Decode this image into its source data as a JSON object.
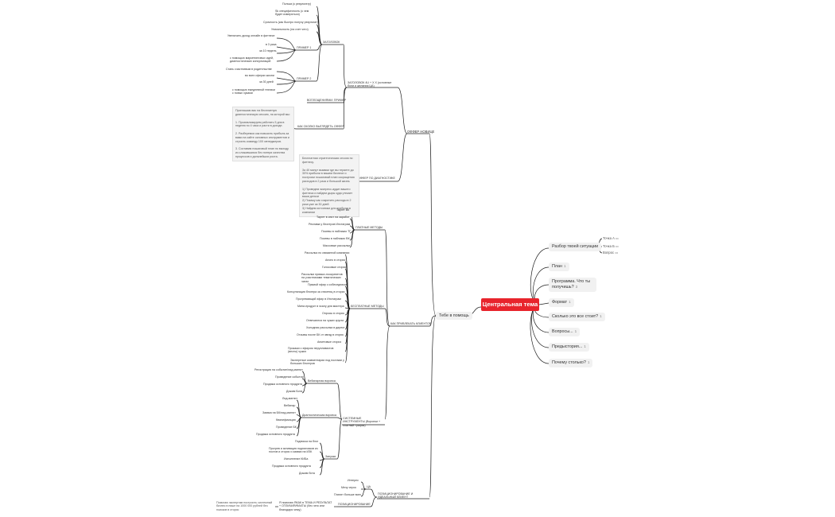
{
  "central": "Центральная тема",
  "right": [
    {
      "label": "Разбор твоей ситуации",
      "children": [
        {
          "label": "Точка А",
          "count": "1"
        },
        {
          "label": "Точка Б",
          "count": "1"
        },
        {
          "label": "Вопрос",
          "count": "1"
        }
      ]
    },
    {
      "label": "План",
      "count": "1"
    },
    {
      "label": "Программа. Что ты получишь?",
      "count": "3"
    },
    {
      "label": "Формат",
      "count": "1"
    },
    {
      "label": "Сколько это все стоит?",
      "count": "1"
    },
    {
      "label": "Вопросы...",
      "count": "1"
    },
    {
      "label": "Предыстория...",
      "count": "1"
    },
    {
      "label": "Почему столько?",
      "count": "1"
    }
  ],
  "left_hub": "Тебе в помощь",
  "offer": {
    "label": "ОФФЕР НОВИЦЕ",
    "headline": {
      "label": "ЗАГОЛОВОК 4U + Х Х (основные боли и желания ЦА)",
      "zagolovok": "ЗАГОЛОВОК",
      "items": [
        "Польза (к результату)",
        "Sk специфичность (к чем будет измеряться)",
        "Срочность (как быстро получу результат)",
        "Уникальность (на счет чего)"
      ],
      "example1": "ПРИМЕР 1",
      "ex1": [
        "Увеличить доход онлайн в фитнесе",
        "в 3 раза",
        "за 10 недель",
        "с помощью маркетинговых идей, диагностических консультаций"
      ],
      "example2": "ПРИМЕР 2",
      "ex2": [
        "Стань счастливым в родительстве",
        "во всех сферах жизни",
        "за 30 дней",
        "с помощью ежедневной техники с новых хуками"
      ],
      "connect": "ВОПЛОЩЕНИЯМИ: ПРИМЕР",
      "how": "КАК СКОЛКО ВЫГЛЯДЕТЬ ОФФЕР",
      "how_note": "Приглашаю вас на бесплатную диагностическую сессию, на которой мы:\n\n1. Проанализируем работать 5 дня в неделю по 4 часа и расти в доходе.\n\n2. Разберемся как повысить прибыль за вами на сайте основных инструментов и строить команду 10X менеджеров.\n\n3. Составим пошаговый план по выходу из сложившихся без потери качества процессов и дальнейших роста."
    },
    "diag": "ОФФЕР ПО ДИАГНОСТИКЕ",
    "diag_note": "Бесплатная стратегическая сессия по фитнесу.\n\nЗа 40 минут выявим где вы теряете до 30% прибыли в вашем бизнесе и построим пошаговый план сокращения расходов в 2 раза и большой жизнь\n\n1) Проведем экспресс-аудит вашего фитнеса и найдем дыры куда утекает ваши деньги\n2) Покажу как сократить расходы в 2 раза уже за 30 дней\n3) Найдем источники для прибыли в компании"
  },
  "methods": {
    "label": "КАК ПРИВЛЕКАТЬ КЛИЕНТОВ",
    "paid": {
      "label": "ПЛАТНЫЕ МЕТОДЫ",
      "items": [
        "Таргет ВК",
        "Таргет в инст на заработ",
        "Реклама у блогеров Инстаграм",
        "Посевы в пабликах ТГ",
        "Посевы в пабликах ВК",
        "Массовые рассылки"
      ]
    },
    "free": {
      "label": "БЕСПЛАТНЫЕ МЕТОДЫ",
      "items": [
        "Рассылка по связанной компании",
        "Анонс в сторис",
        "Голосовые сторис",
        "Рассылки прямых-ноократитов на участниками тематических чатах",
        "Прямой эфир с собеседником",
        "Консультация блогера за стикетиц в сторис",
        "Прогревающий эфир в Инстаграм",
        "Мини-продукт в эсалу для мастера",
        "Опросы в сторис",
        "Отвечаются на чужих кругах",
        "Холодная рассылка в директ",
        "Отзывы после БК от звезд в сторис",
        "Анкетовые сториз",
        "Прокажи с эфиром нерухливиктов (весты) чужих",
        "Экспертные комментарии под постами у больших блогеров"
      ]
    },
    "system": {
      "label": "СИСТЕМНЫЕ ИНСТРУМЕНТЫ (Воронки + платный трафик)",
      "g1": {
        "label": "Вебинарная воронка",
        "items": [
          "Регистрация на событие/лид-магнит",
          "Проведение события",
          "Продажа основного продукта",
          "Дожим Бота"
        ]
      },
      "g2": {
        "label": "Диагностическая воронка",
        "items": [
          "Лид-магнит",
          "Вебинар",
          "Заявка на БК/лид-магнит",
          "Квалификация",
          "Проведение БК",
          "Продажа основного продукта"
        ]
      },
      "g3": {
        "label": "Запуски",
        "items": [
          "Подписка на блог",
          "Прогрев и активация подписчиков из постов и сторис и заявки на ИЗК",
          "Исполнение КИБа",
          "Продажа основного продукта",
          "Дожим бота"
        ]
      }
    }
  },
  "positioning": {
    "label": "ПОЗИЦИОНИРОВАНИЕ И ИДЕАЛЬНЫЙ КЛИЕНТ",
    "ca": "ЦА",
    "ca_items": [
      "Интерес",
      "Мечу спрос",
      "Платит больше всех"
    ],
    "pos": "ПОЗИЦИОНИРОВАНИЕ",
    "pos_text": "Я помогаю ЯКАК в ТЕМА И РЕЗУЛЬТАТ + ОТЛИЧИЯ/ФАКТЫ (без чего или благодаря чему)",
    "pos_note": "Помогаю экспертам построить системный бизнес в нише на 1000 000 рублей без поисков в сторис"
  },
  "colors": {
    "accent": "#e8242c",
    "line": "#1f1f1f",
    "node_bg": "#f1f1f1"
  }
}
